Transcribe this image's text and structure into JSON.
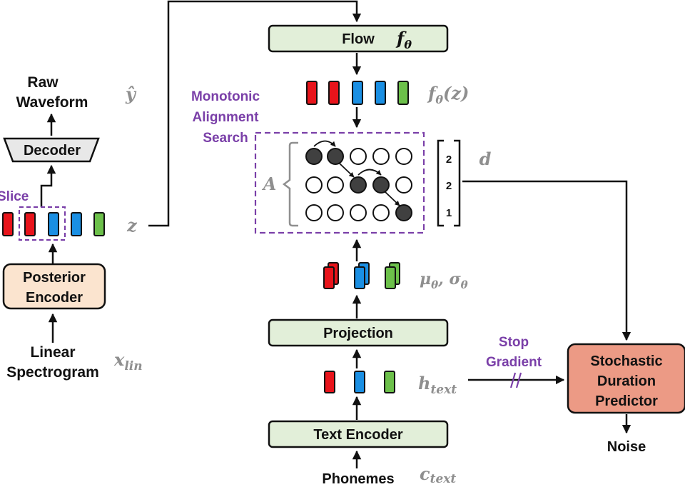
{
  "left": {
    "raw_waveform": [
      "Raw",
      "Waveform"
    ],
    "y_hat": "ŷ",
    "decoder": "Decoder",
    "slice": "Slice",
    "z": "z",
    "posterior_encoder": [
      "Posterior",
      "Encoder"
    ],
    "linear_spectrogram": [
      "Linear",
      "Spectrogram"
    ],
    "x_lin": [
      "x",
      "lin"
    ]
  },
  "center": {
    "flow": "Flow",
    "f_theta": [
      "f",
      "θ"
    ],
    "f_theta_z": [
      "f",
      "θ",
      "(z)"
    ],
    "mas": [
      "Monotonic",
      "Alignment",
      "Search"
    ],
    "A": "A",
    "durations": [
      "2",
      "2",
      "1"
    ],
    "d": "d",
    "mu_sigma": [
      "μ",
      "θ",
      ", σ",
      "θ"
    ],
    "projection": "Projection",
    "h_text": [
      "h",
      "text"
    ],
    "text_encoder": "Text Encoder",
    "phonemes": "Phonemes",
    "c_text": [
      "c",
      "text"
    ]
  },
  "right": {
    "stop_gradient": [
      "Stop",
      "Gradient"
    ],
    "sdp": [
      "Stochastic",
      "Duration",
      "Predictor"
    ],
    "noise": "Noise"
  },
  "colors": {
    "red": "#e8141b",
    "blue": "#1a8fe3",
    "green": "#6cc04a",
    "green_box": "#e2efd9",
    "posterior_box": "#fbe4cf",
    "sdp_box": "#ec9a85",
    "decoder_box": "#e8e8e8",
    "purple": "#7a3fa8",
    "dark_circle": "#404040"
  }
}
